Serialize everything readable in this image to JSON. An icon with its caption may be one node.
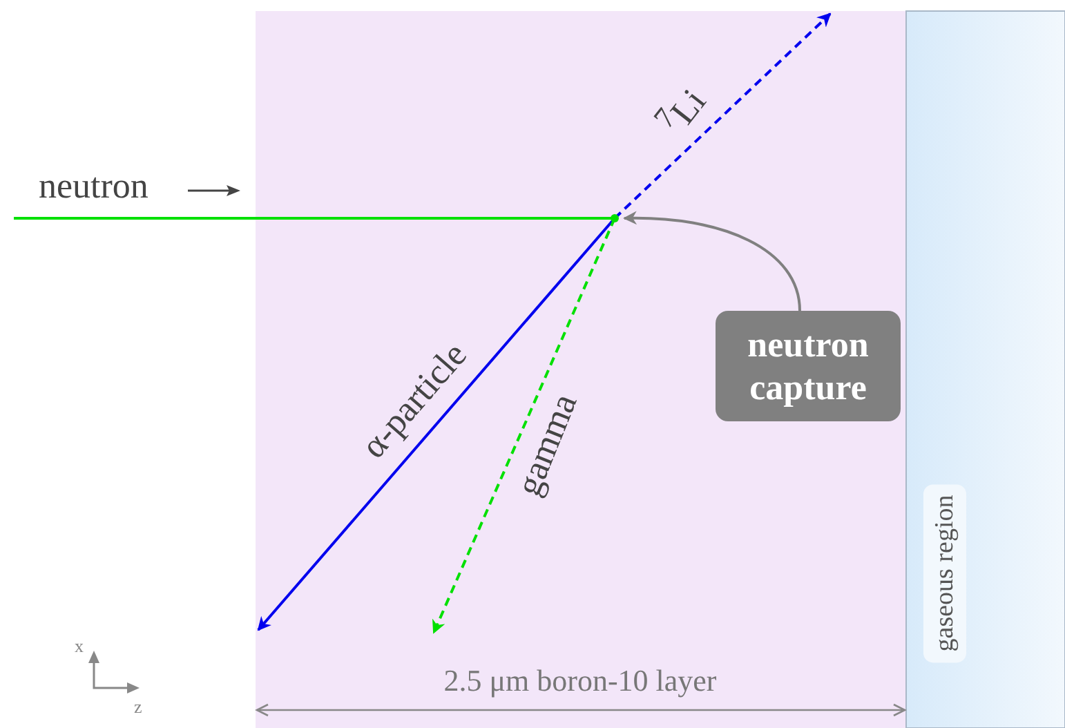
{
  "diagram": {
    "nodes": [
      {
        "text": [
          "neutron capture"
        ]
      },
      {
        "text": [],
        "shape": "circle"
      }
    ],
    "edges": [
      {
        "from": null,
        "to": 1,
        "arrow": "none",
        "color": "#00e000"
      },
      {
        "from": 1,
        "to": null,
        "arrow": "to",
        "label": "$^{7}$Li",
        "style": "dashed",
        "color": "#0000ee"
      },
      {
        "from": 1,
        "to": null,
        "arrow": "to",
        "label": "α-particle",
        "color": "#0000ee"
      },
      {
        "from": 1,
        "to": null,
        "arrow": "to",
        "label": "gamma",
        "style": "dashed",
        "color": "#00e000"
      },
      {
        "from": 0,
        "to": 1,
        "arrow": "to",
        "color": "#808080"
      }
    ],
    "labels": [
      "neutron",
      "gaseous region",
      "x",
      "z",
      "2.5 μm boron-10 layer"
    ]
  }
}
